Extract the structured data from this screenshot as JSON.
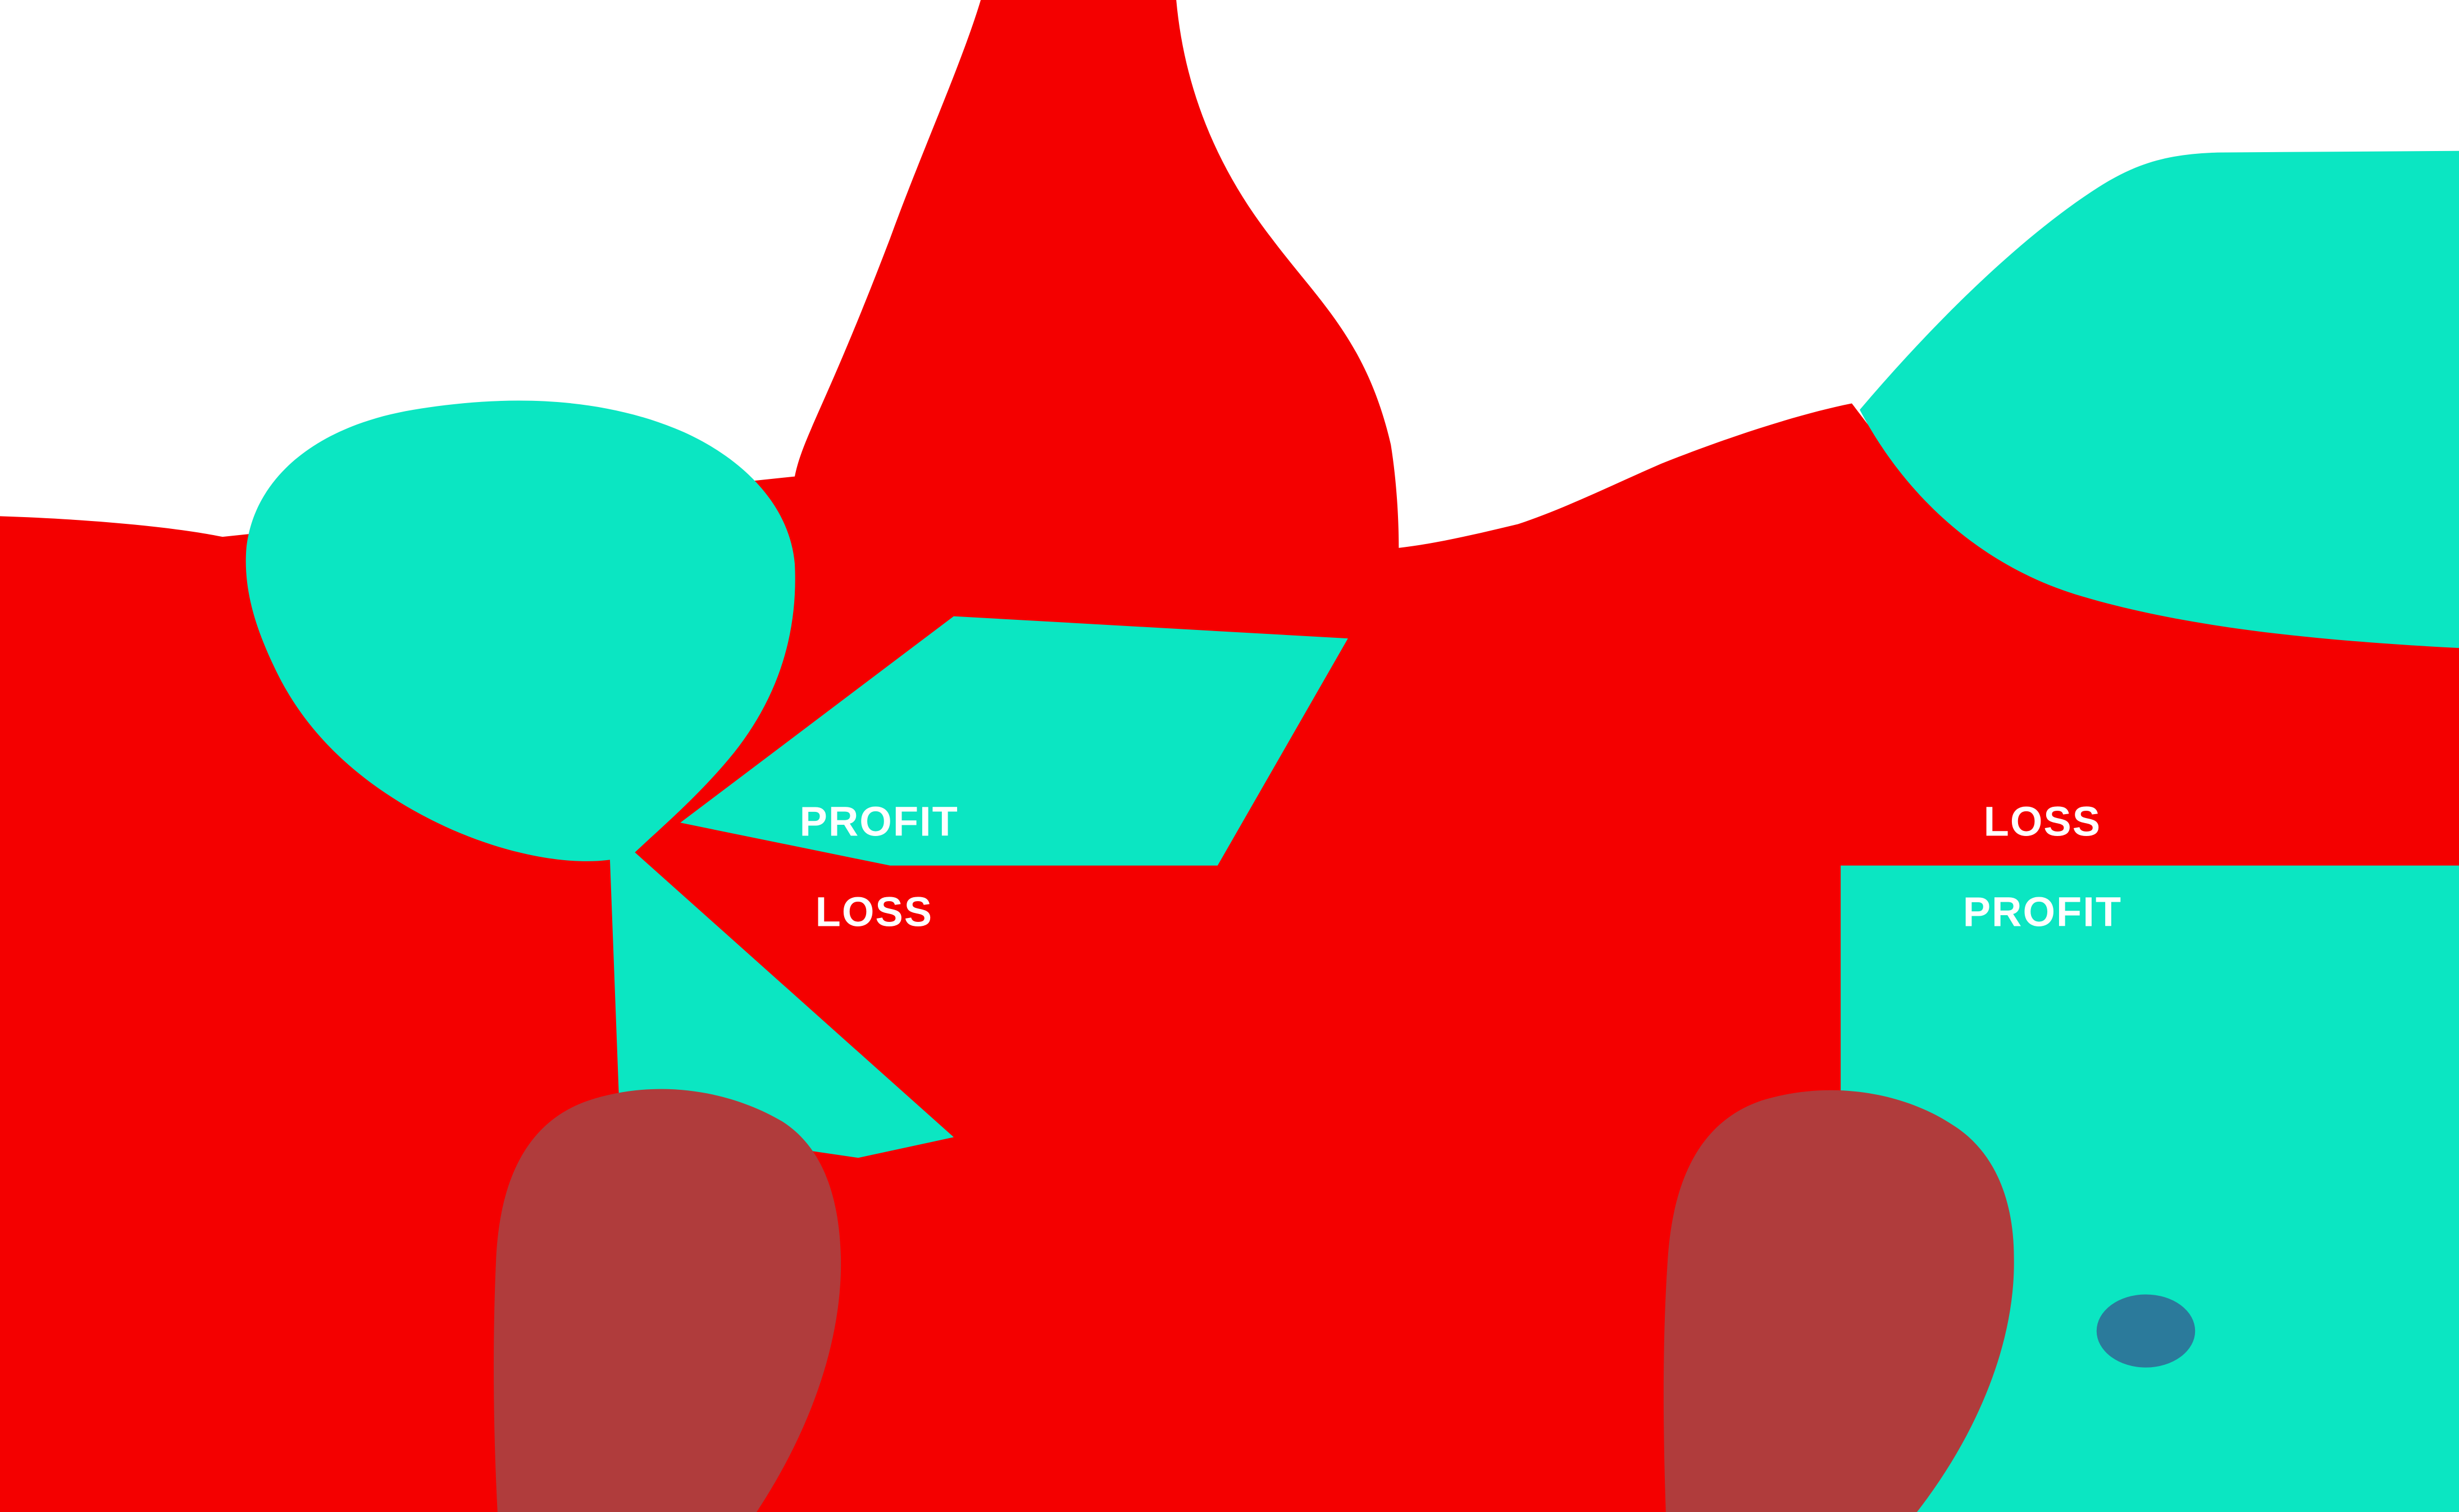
{
  "canvas": {
    "background": "#ffffff",
    "colors": {
      "loss_red": "#f40000",
      "profit_teal": "#0be6c2",
      "candle_maroon": "#b03c3c",
      "marker_teal": "#2b7a9b",
      "label_white": "#ffffff"
    }
  },
  "left_panel": {
    "profit_label": "PROFIT",
    "loss_label": "LOSS"
  },
  "right_panel": {
    "loss_label": "LOSS",
    "profit_label": "PROFIT"
  }
}
